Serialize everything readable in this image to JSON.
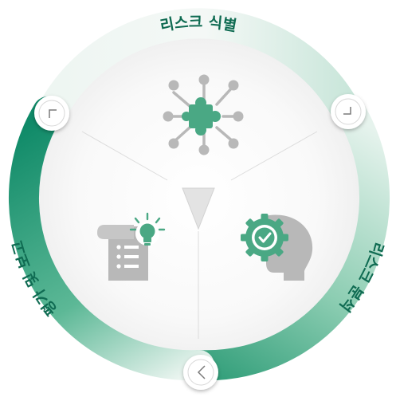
{
  "segments": [
    {
      "label": "리스크 식별",
      "icon": "puzzle-network-icon"
    },
    {
      "label": "리스크 분석",
      "icon": "gear-head-icon"
    },
    {
      "label": "평가 및 보고",
      "icon": "document-lightbulb-icon"
    }
  ],
  "connector_icon": "chevron-icon",
  "colors": {
    "accent_dark": "#0f8a68",
    "accent_mid": "#4db08d",
    "accent_light": "#e4f2ec",
    "icon_gray": "#b8b8b8",
    "icon_green": "#4aa884",
    "text": "#0f6b52"
  }
}
